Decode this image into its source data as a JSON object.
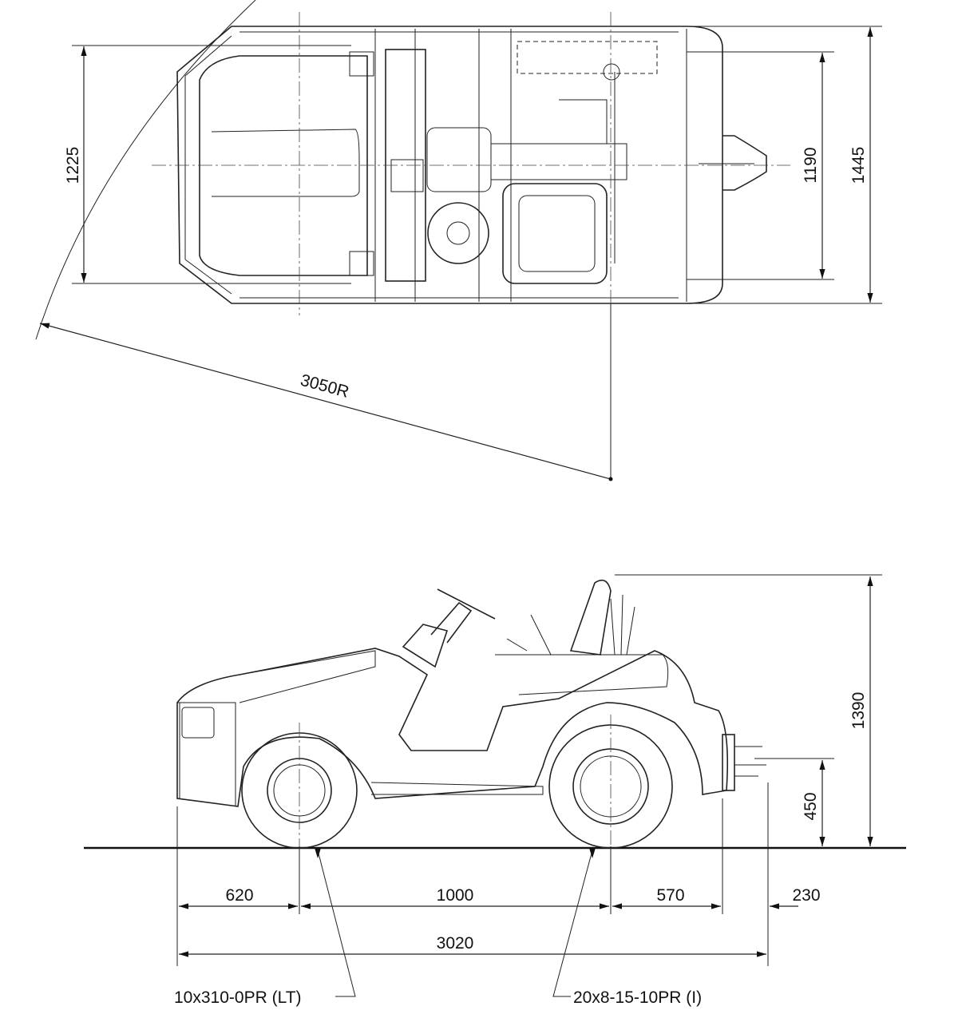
{
  "title": "Tow tractor dimension drawing",
  "top_view": {
    "dim_overall_width_front": "1225",
    "dim_tread_rear": "1190",
    "dim_overall_width": "1445",
    "turning_radius": "3050R"
  },
  "side_view": {
    "dim_front_overhang": "620",
    "dim_wheelbase": "1000",
    "dim_rear_overhang": "570",
    "dim_hitch_overhang": "230",
    "dim_overall_length": "3020",
    "dim_overall_height": "1390",
    "dim_hitch_height": "450",
    "front_tire": "10x310-0PR (LT)",
    "rear_tire": "20x8-15-10PR (I)"
  }
}
